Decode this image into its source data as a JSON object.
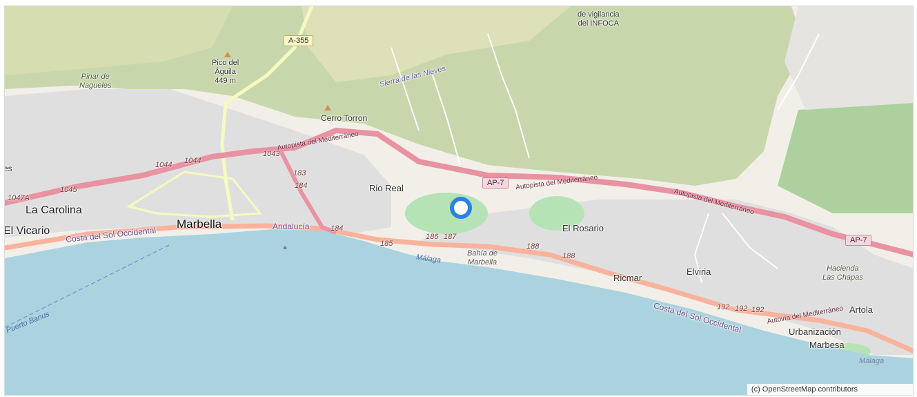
{
  "map": {
    "attribution": "(c) OpenStreetMap contributors",
    "colors": {
      "sea": "#aad3df",
      "land": "#f2efe9",
      "forest": "#c8d7ab",
      "urban": "#e0dfdf",
      "motorway": "#e892a2",
      "trunk": "#f9b29c",
      "primary": "#f7fabf",
      "marker": "#2a82e6"
    },
    "places": {
      "marbella": "Marbella",
      "la_carolina": "La Carolina",
      "el_vicario": "El Vicario",
      "rio_real": "Rio Real",
      "el_rosario": "El Rosario",
      "ricmar": "Ricmar",
      "elviria": "Elviria",
      "artola": "Artola",
      "urbanizacion": "Urbanización",
      "marbesa": "Marbesa",
      "es": "es"
    },
    "natural": {
      "pinar_1": "Pinar de",
      "pinar_2": "Nagueles",
      "pico_1": "Pico del",
      "pico_2": "Águila",
      "pico_3": "449 m",
      "cerro": "Cerro Torron",
      "vigilancia_1": "de vigilancia",
      "vigilancia_2": "del INFOCA",
      "sierra": "Sierra de las Nieves",
      "hacienda_1": "Hacienda",
      "hacienda_2": "Las Chapas"
    },
    "water": {
      "bahia_1": "Bahía de",
      "bahia_2": "Marbella",
      "malaga_1": "Málaga",
      "malaga_2": "Málaga",
      "puerto_banus": "Puerto Banus"
    },
    "roads": {
      "a355": "A-355",
      "ap7_a": "AP-7",
      "ap7_b": "AP-7",
      "autopista_1": "Autopista del Mediterráneo",
      "autopista_2": "Autopista del Mediterráneo",
      "autopista_3": "Autopista del Mediterráneo",
      "autovia": "Autovía del Mediterráneo",
      "costa_1": "Costa del Sol Occidental",
      "costa_2": "Costa del Sol Occidental",
      "andalucia": "Andalucía"
    },
    "exits": {
      "e1047a": "1047A",
      "e1045": "1045",
      "e1044a": "1044",
      "e1044b": "1044",
      "e1043": "1043",
      "e183": "183",
      "e184a": "184",
      "e184b": "184",
      "e185": "185",
      "e186": "186",
      "e187": "187",
      "e188a": "188",
      "e188b": "188",
      "e192a": "192",
      "e192b": "192",
      "e192c": "192"
    }
  }
}
